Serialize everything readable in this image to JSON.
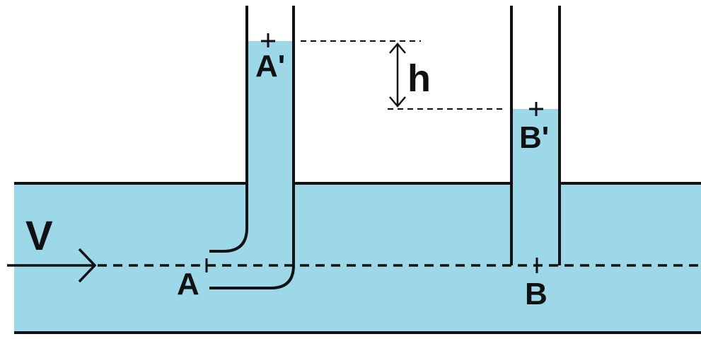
{
  "labels": {
    "velocity": "V",
    "point_a": "A",
    "point_a_prime": "A'",
    "point_b": "B",
    "point_b_prime": "B'",
    "height": "h"
  },
  "colors": {
    "fluid": "#9dd8e9",
    "line": "#111111",
    "background": "#ffffff"
  }
}
